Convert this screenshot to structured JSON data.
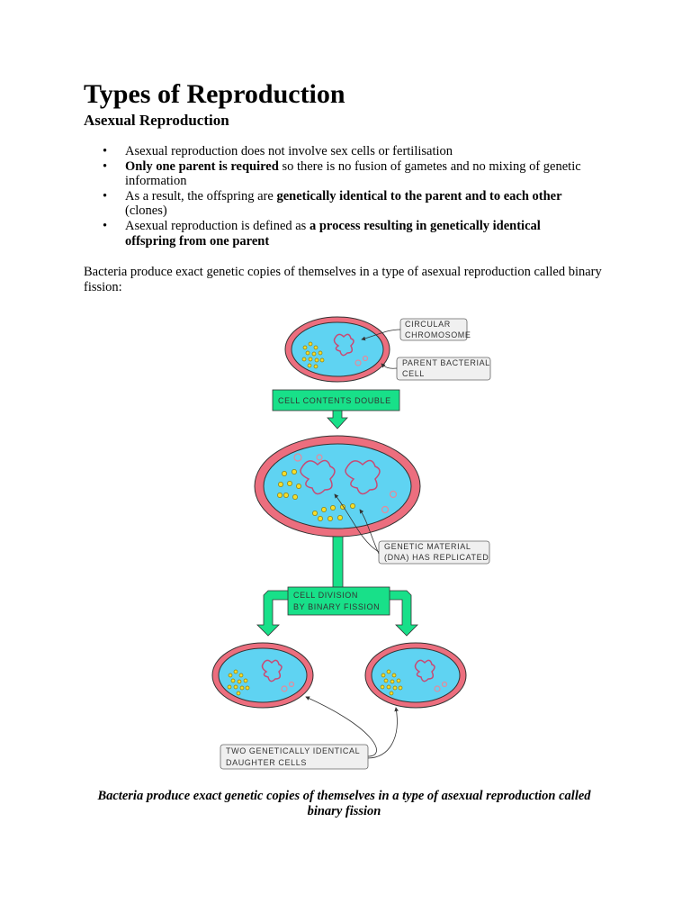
{
  "title": "Types of Reproduction",
  "section_heading": "Asexual Reproduction",
  "bullets": [
    {
      "parts": [
        {
          "text": "Asexual reproduction does not involve sex cells or fertilisation",
          "bold": false
        }
      ]
    },
    {
      "parts": [
        {
          "text": "Only one parent is required",
          "bold": true
        },
        {
          "text": " so there is no fusion of gametes and no mixing of genetic information",
          "bold": false
        }
      ]
    },
    {
      "parts": [
        {
          "text": "As a result, the offspring are ",
          "bold": false
        },
        {
          "text": "genetically identical to the parent and to each other",
          "bold": true
        },
        {
          "text": " (clones)",
          "bold": false
        }
      ]
    },
    {
      "parts": [
        {
          "text": "Asexual reproduction is defined as ",
          "bold": false
        },
        {
          "text": "a process resulting in genetically identical offspring from one parent",
          "bold": true
        }
      ]
    }
  ],
  "intro_text": "Bacteria produce exact genetic copies of themselves in a type of asexual reproduction called binary fission:",
  "diagram": {
    "labels": {
      "circular_chromosome": [
        "CIRCULAR",
        "CHROMOSOME"
      ],
      "parent_cell": [
        "PARENT  BACTERIAL",
        "CELL"
      ],
      "contents_double": "CELL  CONTENTS  DOUBLE",
      "genetic_material": [
        "GENETIC  MATERIAL",
        "(DNA)  HAS  REPLICATED"
      ],
      "cell_division": [
        "CELL  DIVISION",
        "BY  BINARY  FISSION"
      ],
      "daughter_cells": [
        "TWO  GENETICALLY  IDENTICAL",
        "DAUGHTER  CELLS"
      ]
    },
    "colors": {
      "cell_wall": "#ec6e7e",
      "cytoplasm": "#5fd3f2",
      "step_box": "#18e089",
      "arrow": "#18e089",
      "ribosome": "#f6dd2a",
      "plasmid": "#e6899a",
      "label_box": "#f0f0f0"
    }
  },
  "caption": "Bacteria produce exact genetic copies of themselves in a type of asexual reproduction called binary fission"
}
